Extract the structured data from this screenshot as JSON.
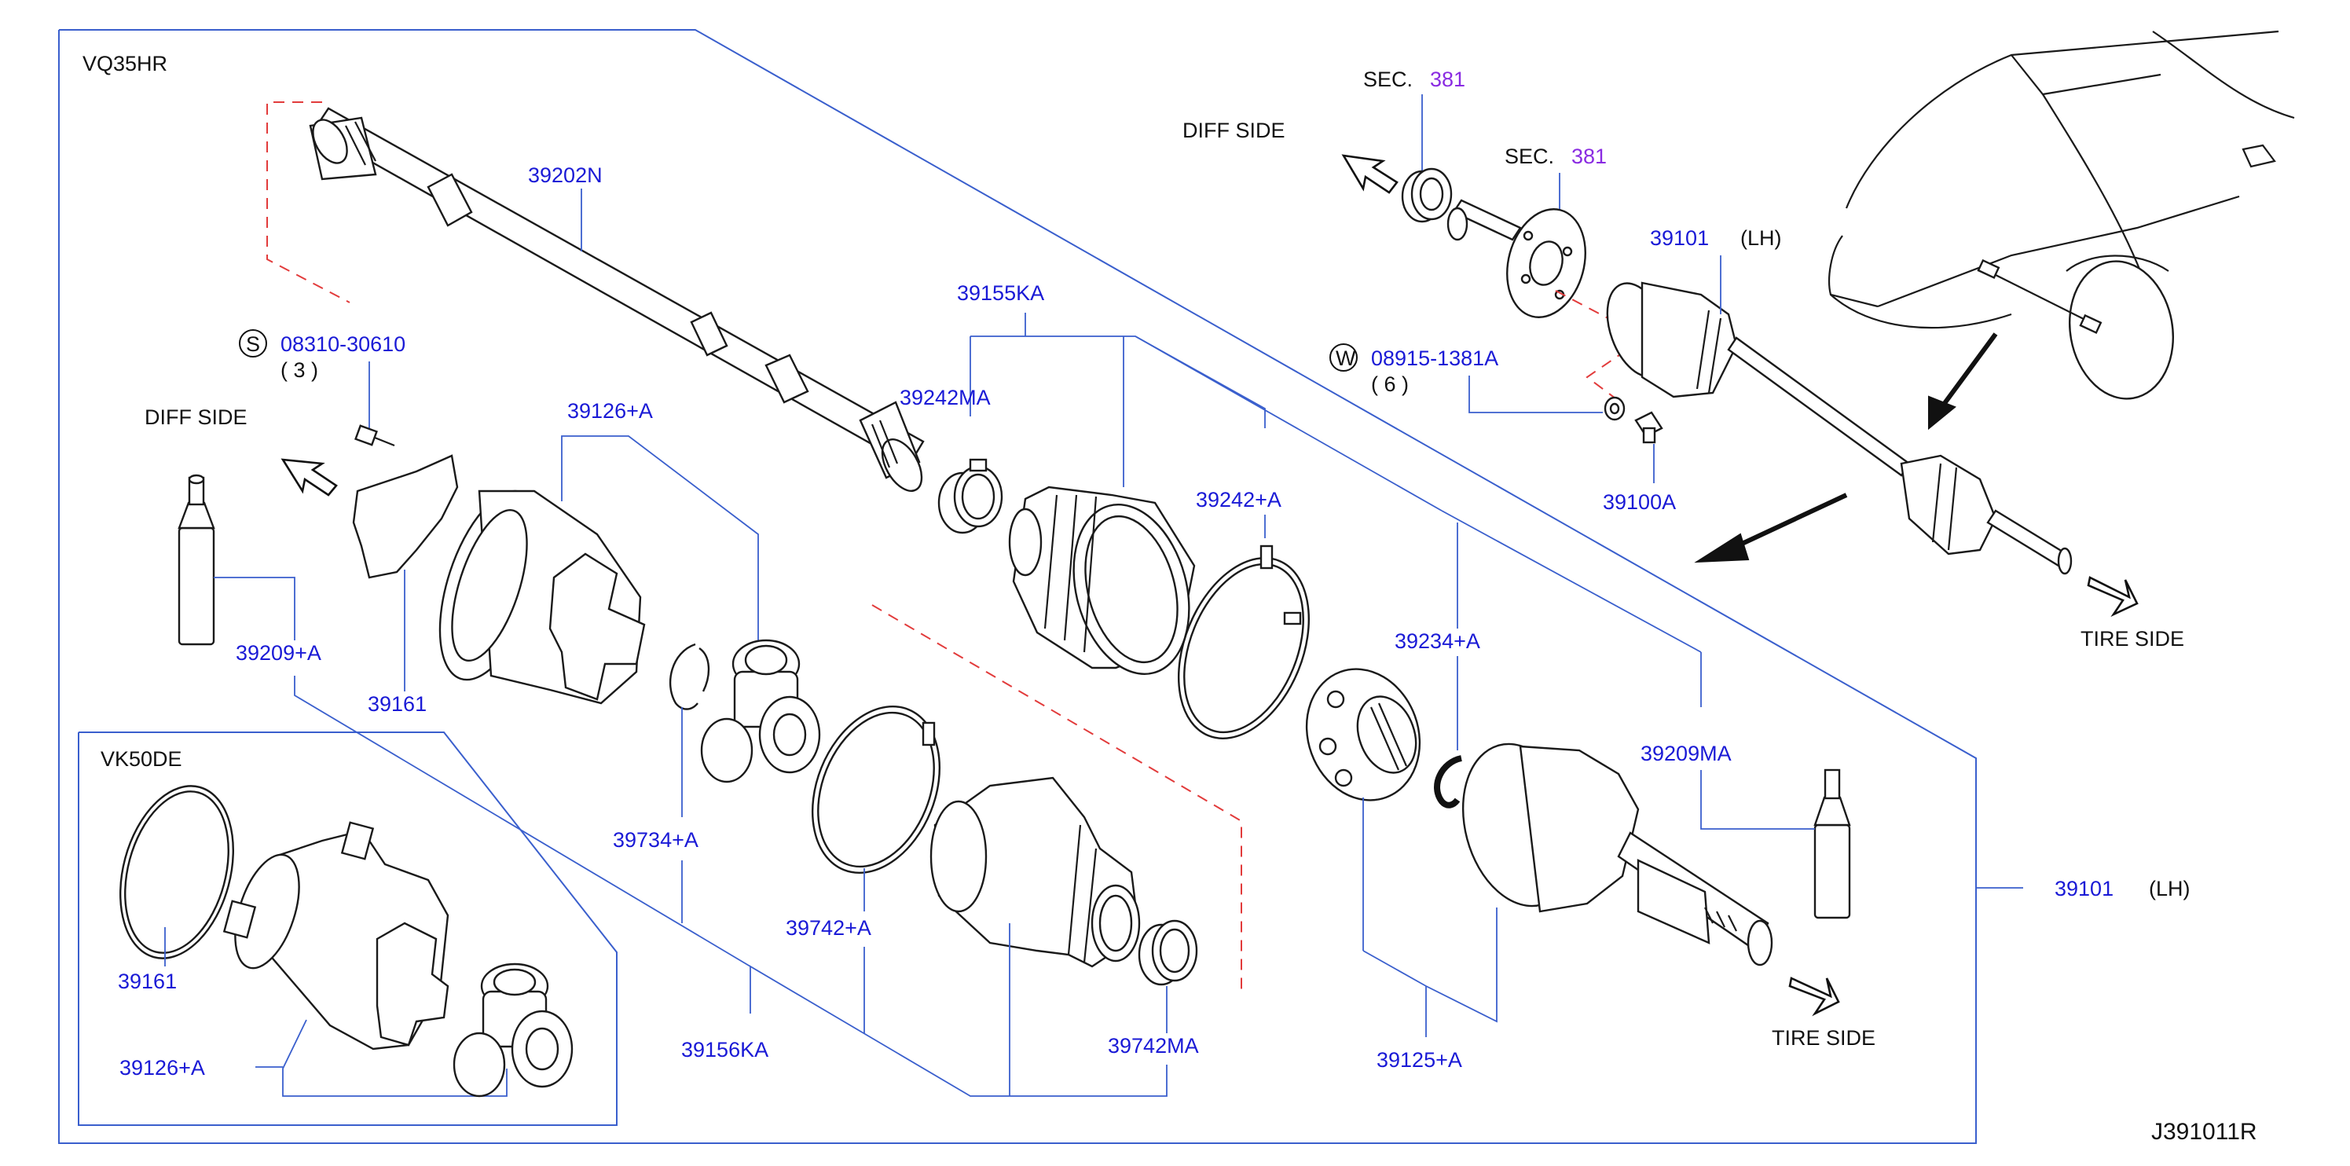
{
  "diagram_id": "J391011R",
  "sections": {
    "main": "VQ35HR",
    "inset": "VK50DE"
  },
  "direction_labels": {
    "diff_side": "DIFF   SIDE",
    "tire_side": "TIRE   SIDE"
  },
  "sec_refs": [
    {
      "prefix": "SEC.",
      "number": "381"
    },
    {
      "prefix": "SEC.",
      "number": "381"
    }
  ],
  "parts": {
    "p39202N": "39202N",
    "p08310": "08310-30610",
    "p08310_qty": "( 3 )",
    "p08310_symbol": "S",
    "p39126A": "39126+A",
    "p39155KA": "39155KA",
    "p39242MA": "39242MA",
    "p39242A": "39242+A",
    "p39209A": "39209+A",
    "p39161": "39161",
    "p39734A": "39734+A",
    "p39742A": "39742+A",
    "p39156KA": "39156KA",
    "p39742MA": "39742MA",
    "p39234A": "39234+A",
    "p39209MA": "39209MA",
    "p39125A": "39125+A",
    "p39101": "39101",
    "p39101_side": "(LH)",
    "p39101b": "39101",
    "p39101b_side": "(LH)",
    "p08915": "08915-1381A",
    "p08915_qty": "( 6 )",
    "p08915_symbol": "W",
    "p39100A": "39100A",
    "inset_39161": "39161",
    "inset_39126A": "39126+A"
  },
  "colors": {
    "part_number": "#1a1ad6",
    "leader_line": "#3a5fcd",
    "section_ref": "#8a2be2",
    "dashed_line": "#e23b3b"
  }
}
